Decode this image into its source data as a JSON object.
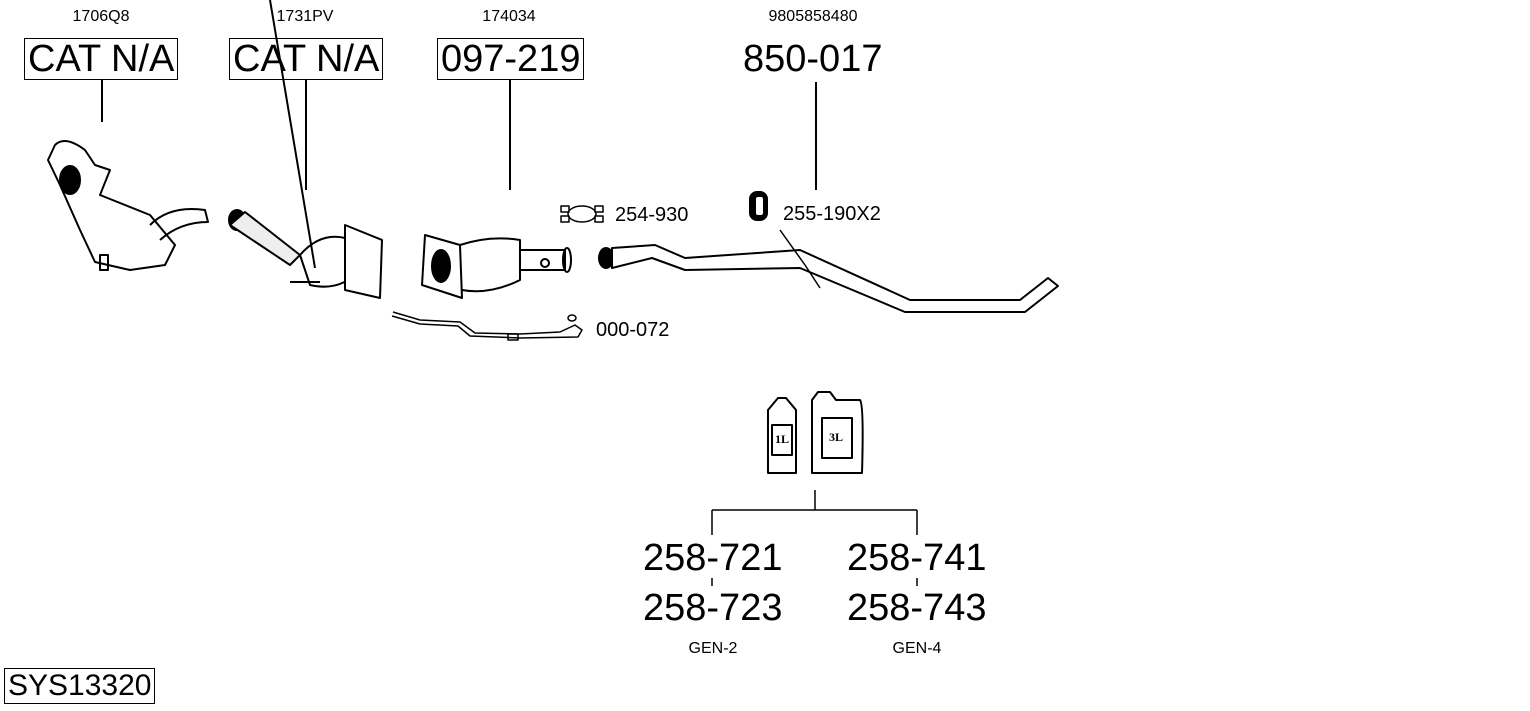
{
  "parts": [
    {
      "oe": "1706Q8",
      "ref": "CAT N/A",
      "boxed": true
    },
    {
      "oe": "1731PV",
      "ref": "CAT N/A",
      "boxed": true
    },
    {
      "oe": "174034",
      "ref": "097-219",
      "boxed": true
    },
    {
      "oe": "9805858480",
      "ref": "850-017",
      "boxed": false
    }
  ],
  "accessories": {
    "clamp": "254-930",
    "rubber_mount": "255-190X2",
    "mounting_kit": "000-072"
  },
  "paste": {
    "can_small": "1L",
    "can_large": "3L",
    "left": {
      "ref1": "258-721",
      "ref2": "258-723",
      "gen": "GEN-2"
    },
    "right": {
      "ref1": "258-741",
      "ref2": "258-743",
      "gen": "GEN-4"
    }
  },
  "system_id": "SYS13320"
}
